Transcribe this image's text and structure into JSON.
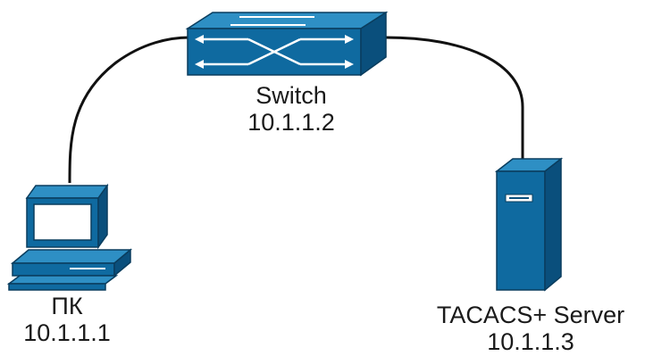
{
  "nodes": {
    "switch": {
      "name": "Switch",
      "ip": "10.1.1.2"
    },
    "pc": {
      "name": "ПК",
      "ip": "10.1.1.1"
    },
    "server": {
      "name": "TACACS+ Server",
      "ip": "10.1.1.3"
    }
  },
  "colors": {
    "device_front": "#0f6aa0",
    "device_side": "#0a4f7c",
    "device_top": "#2e8fc4",
    "outline": "#0a3d5e",
    "cable": "#111111"
  },
  "icons": [
    "switch-icon",
    "computer-icon",
    "server-icon"
  ]
}
